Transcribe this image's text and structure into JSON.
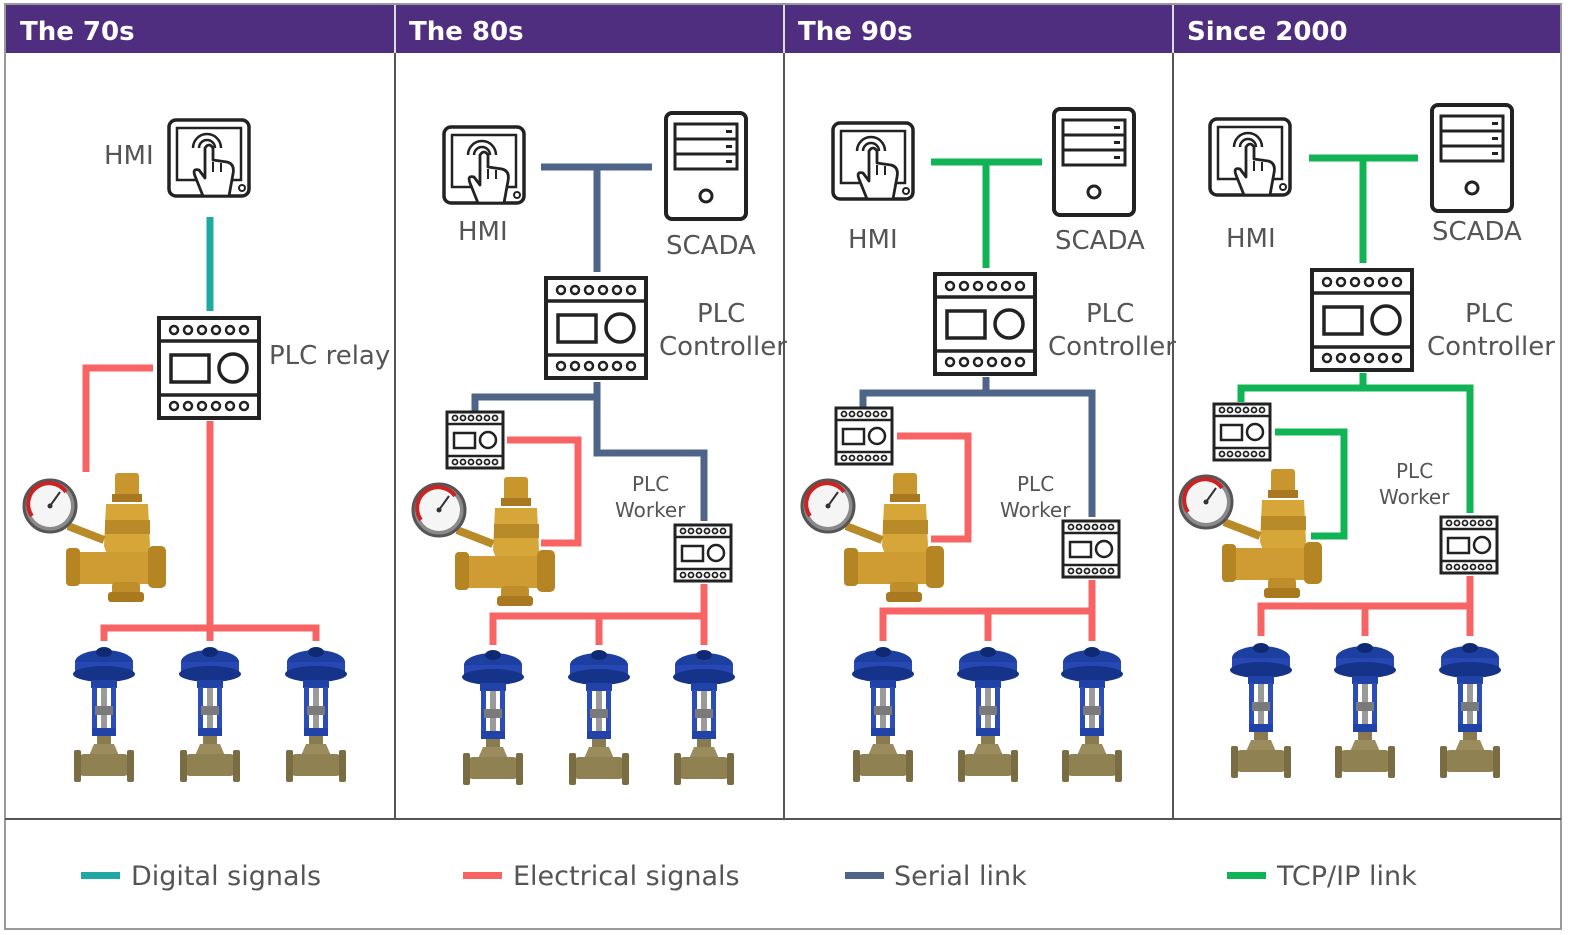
{
  "columns": [
    {
      "title": "The 70s",
      "hmi": "HMI",
      "plc": "PLC relay"
    },
    {
      "title": "The 80s",
      "hmi": "HMI",
      "scada": "SCADA",
      "plc_line1": "PLC",
      "plc_line2": "Controller",
      "worker_line1": "PLC",
      "worker_line2": "Worker"
    },
    {
      "title": "The 90s",
      "hmi": "HMI",
      "scada": "SCADA",
      "plc_line1": "PLC",
      "plc_line2": "Controller",
      "worker_line1": "PLC",
      "worker_line2": "Worker"
    },
    {
      "title": "Since 2000",
      "hmi": "HMI",
      "scada": "SCADA",
      "plc_line1": "PLC",
      "plc_line2": "Controller",
      "worker_line1": "PLC",
      "worker_line2": "Worker"
    }
  ],
  "legend": [
    {
      "label": "Digital signals",
      "color": "#20a8a4"
    },
    {
      "label": "Electrical signals",
      "color": "#f86464"
    },
    {
      "label": "Serial link",
      "color": "#4e6488"
    },
    {
      "label": "TCP/IP link",
      "color": "#10b454"
    }
  ],
  "colors": {
    "header": "#4f2d7f",
    "digital": "#20a8a4",
    "electrical": "#f86464",
    "serial": "#4e6488",
    "tcpip": "#10b454"
  },
  "icons": [
    "touchscreen-hmi-icon",
    "server-tower-icon",
    "plc-module-icon",
    "pressure-regulator-icon",
    "control-valve-icon"
  ]
}
